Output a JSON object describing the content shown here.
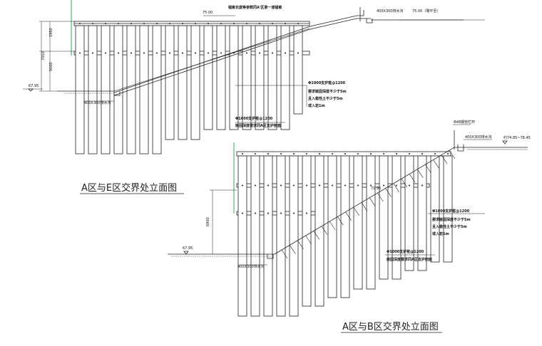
{
  "drawing_a": {
    "title": "A区与E区交界处立面图",
    "anchor_note": "锚索长度等参数同A'区第一道锚索",
    "elev_top": "75.00",
    "elev_platform": "75.00（場平至）",
    "elev_ground": "67.95",
    "drain_top": "400X300排水沟",
    "drain_bottom": "400X300排水沟",
    "dim_total": "7050",
    "dim_upper": "1950",
    "dim_lower": "5000",
    "pile_note_1": "Φ1000支护桩@1200",
    "pile_note_2": "要求嵌固深度不少于5m",
    "pile_note_3": "且入稳性土不少于5m",
    "pile_note_4": "或入岩1m",
    "pile_note_5": "Φ1000支护桩@1200",
    "pile_note_6": "嵌固深度要求同A区支护剖面"
  },
  "drawing_b": {
    "title": "A区与B区交界处立面图",
    "steel_note": "Φ48钢管栏杆",
    "drain_top": "400X300排水沟",
    "elev_right": "约74.85~78.45",
    "elev_ground": "67.95",
    "elev_mid": "71.95",
    "drain_bottom": "400X300排水沟",
    "dim_height": "6900",
    "pile_note_1": "Φ1000支护桩@1200",
    "pile_note_2": "要求嵌固深度不少于5m",
    "pile_note_3": "且入稳性土不少于5m",
    "pile_note_4": "或入岩1m",
    "pile_note_5": "Φ1000支护桩@1200",
    "pile_note_6": "嵌固深度要求同A区支护剖面"
  },
  "colors": {
    "line": "#222222",
    "accent": "#33aa55"
  }
}
